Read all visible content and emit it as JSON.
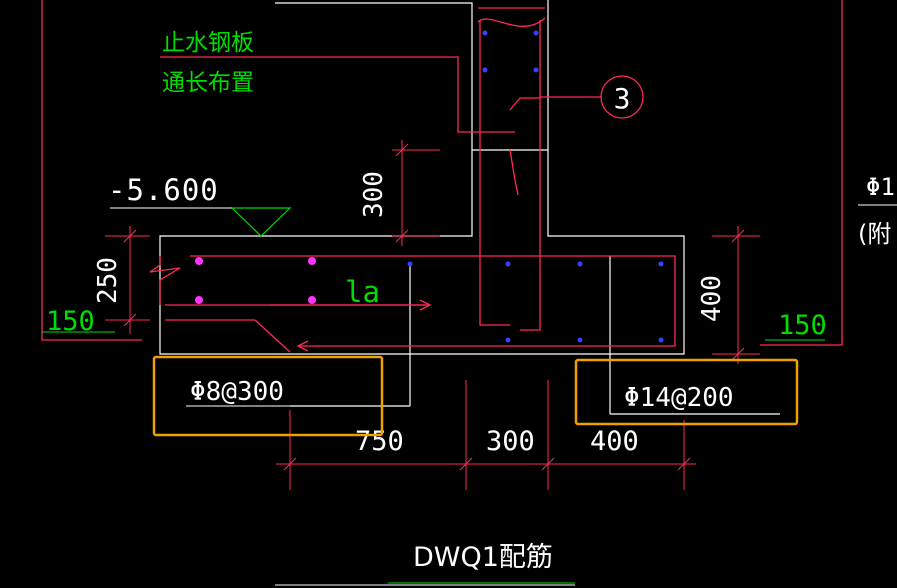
{
  "drawing": {
    "title": "DWQ1配筋",
    "notes": {
      "line1": "止水钢板",
      "line2": "通长布置"
    },
    "callout_number": "3",
    "elevation": "-5.600",
    "anchorage_label": "la",
    "partial_right_text1": "Φ1",
    "partial_right_text2": "(附",
    "dimensions": {
      "d300_vertical": "300",
      "d250": "250",
      "d400_vertical": "400",
      "d150_left": "150",
      "d150_right": "150",
      "d750": "750",
      "d300_bottom": "300",
      "d400_bottom": "400"
    },
    "rebar_labels": {
      "left": "Φ8@300",
      "right": "Φ14@200"
    }
  },
  "colors": {
    "background": "#000000",
    "rebar": "#ff2a55",
    "concrete": "#ffffff",
    "dimension": "#ff2a55",
    "note_text": "#00dd00",
    "highlight": "#f0a000",
    "dot_magenta": "#ff33ff",
    "dot_blue": "#3344ff"
  }
}
